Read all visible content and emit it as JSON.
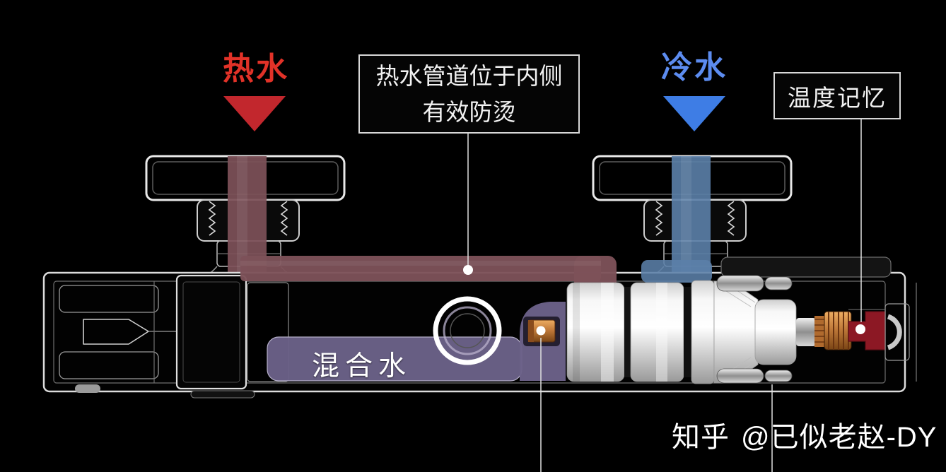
{
  "annotations": {
    "hot_inlet": {
      "label": "热水",
      "text_color": "#e23228",
      "arrow_color": "#c2272d"
    },
    "cold_inlet": {
      "label": "冷水",
      "text_color": "#5c8cf0",
      "arrow_color": "#3e7de5"
    },
    "hot_pipe_callout": {
      "line1": "热水管道位于内侧",
      "line2": "有效防烫"
    },
    "temp_memory_callout": {
      "label": "温度记忆"
    },
    "mixed_water_label": "混合水"
  },
  "flows": {
    "hot_color": "#7d5158",
    "cold_color": "#5b80a8",
    "mixed_color": "#6b6188"
  },
  "parts": {
    "copper_color": "#c07a3a",
    "temp_memory_part_color": "#8c1824",
    "outline_bright": "#e8e8e8",
    "outline_dim": "#8a8a8a",
    "callout_border": "#d8d8d8"
  },
  "watermark": {
    "brand": "知乎",
    "handle": "@已似老赵-DY"
  }
}
